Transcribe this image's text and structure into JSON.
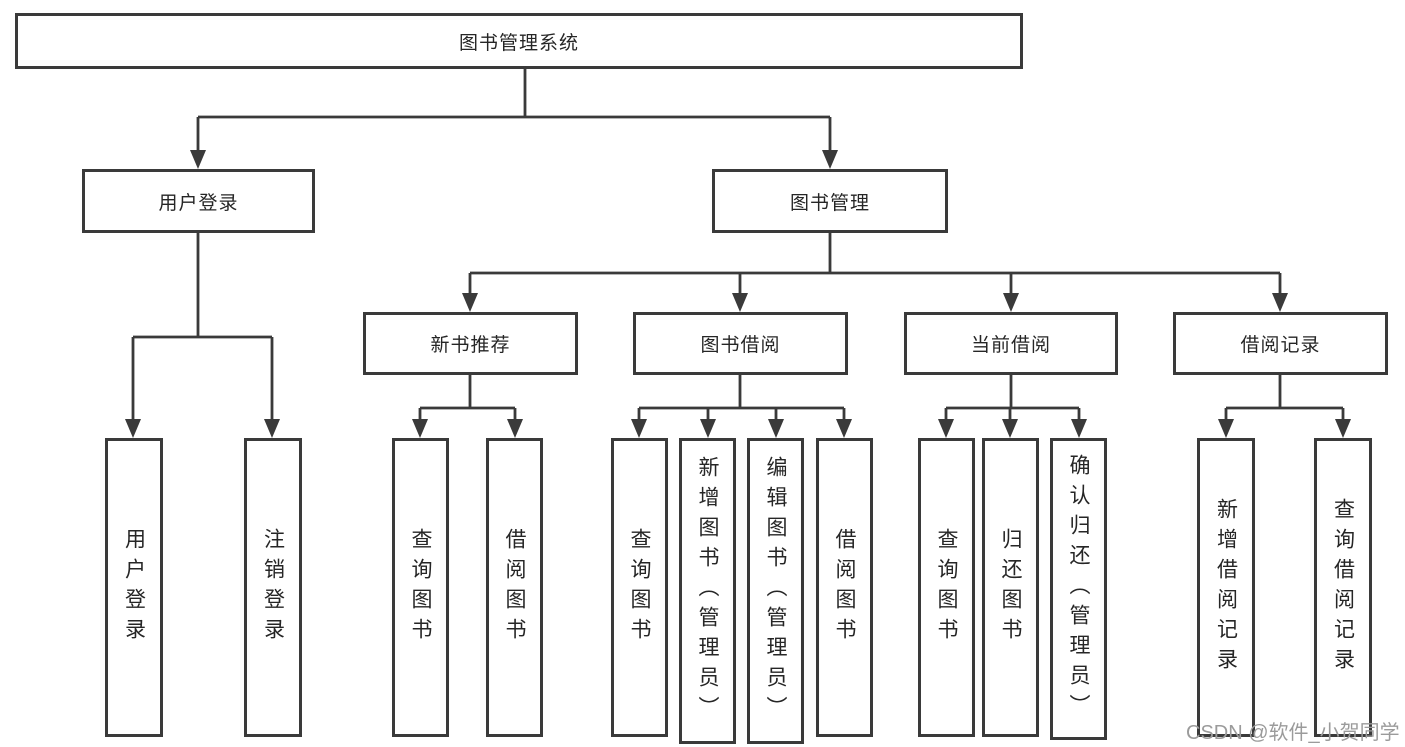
{
  "tree": {
    "root": {
      "label": "图书管理系统"
    },
    "branches": [
      {
        "label": "用户登录",
        "children": [
          {
            "label": "用户登录"
          },
          {
            "label": "注销登录"
          }
        ]
      },
      {
        "label": "图书管理",
        "children": [
          {
            "label": "新书推荐",
            "children": [
              {
                "label": "查询图书"
              },
              {
                "label": "借阅图书"
              }
            ]
          },
          {
            "label": "图书借阅",
            "children": [
              {
                "label": "查询图书"
              },
              {
                "label": "新增图书（管理员）"
              },
              {
                "label": "编辑图书（管理员）"
              },
              {
                "label": "借阅图书"
              }
            ]
          },
          {
            "label": "当前借阅",
            "children": [
              {
                "label": "查询图书"
              },
              {
                "label": "归还图书"
              },
              {
                "label": "确认归还（管理员）"
              }
            ]
          },
          {
            "label": "借阅记录",
            "children": [
              {
                "label": "新增借阅记录"
              },
              {
                "label": "查询借阅记录"
              }
            ]
          }
        ]
      }
    ]
  },
  "watermark": {
    "text": "CSDN @软件_小贺同学"
  },
  "colors": {
    "line": "#3a3a3a",
    "box_border": "#3a3a3a",
    "box_fill": "#ffffff",
    "text": "#262626",
    "watermark": "#9b9b9b",
    "background": "#ffffff"
  }
}
